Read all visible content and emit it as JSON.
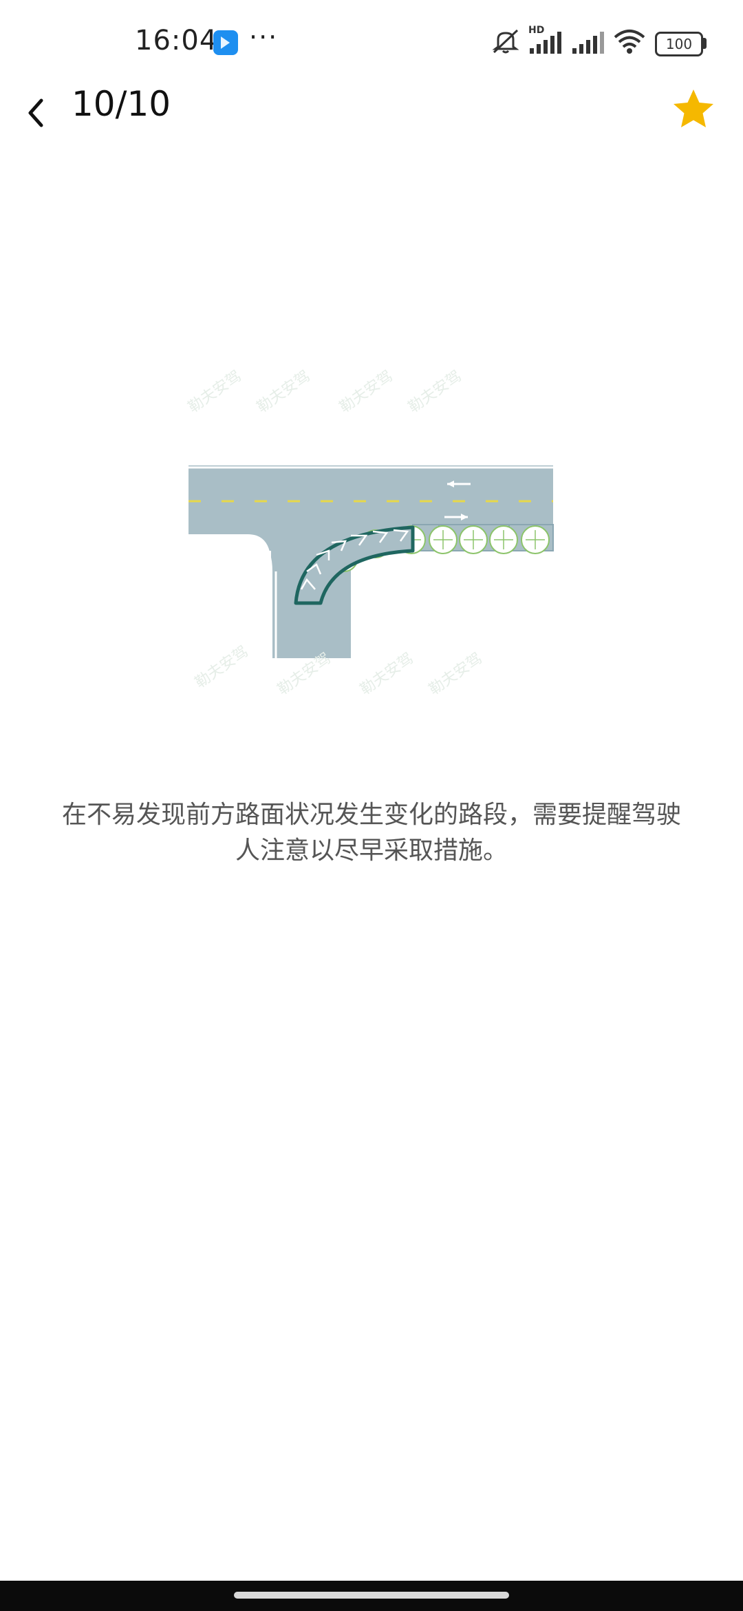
{
  "status_bar": {
    "time": "16:04",
    "more": "···",
    "network": "HD",
    "battery": "100",
    "icons": [
      "app-notification-icon",
      "silent-icon",
      "signal-icon",
      "wifi-icon",
      "battery-icon"
    ]
  },
  "header": {
    "counter": "10/10",
    "icons": [
      "back-arrow-icon",
      "star-icon"
    ],
    "star_color": "#F5B800"
  },
  "illustration": {
    "description_icon": "road-curve-warning-illustration",
    "road_color": "#A9BEC6",
    "marking_color": "#1F6660",
    "tree_color": "#8CC46A"
  },
  "explanation": {
    "text": "在不易发现前方路面状况发生变化的路段，需要提醒驾驶人注意以尽早采取措施。"
  }
}
